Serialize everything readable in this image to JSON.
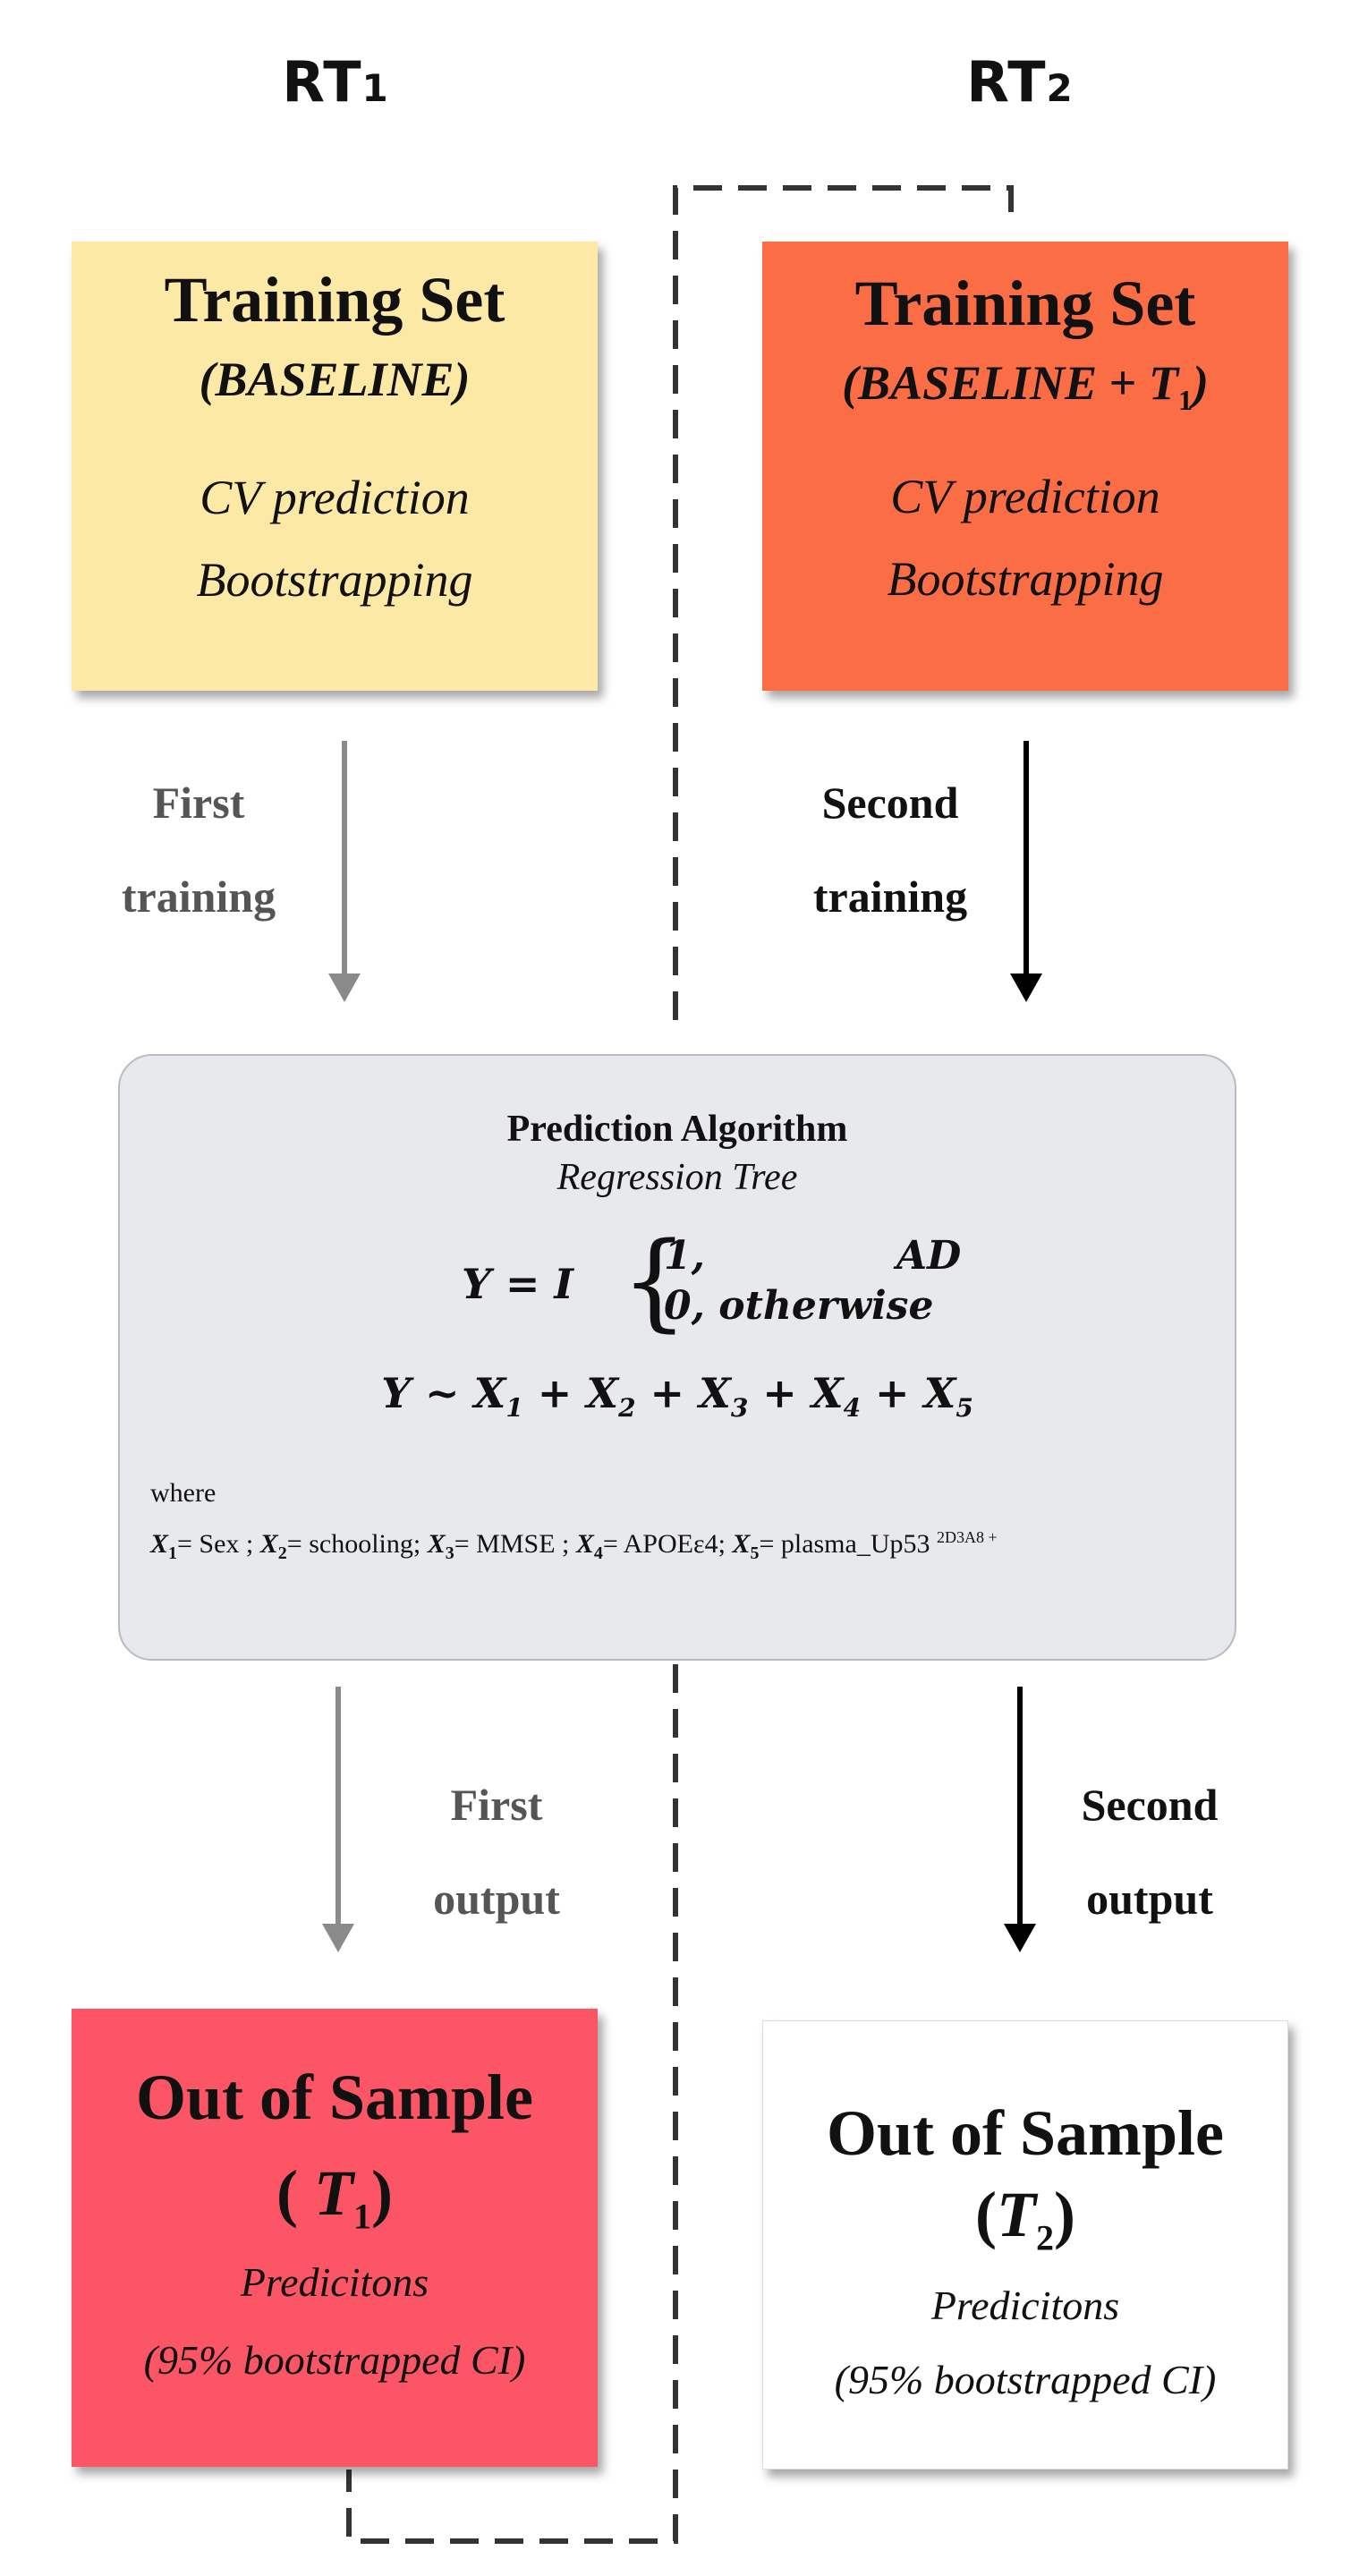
{
  "headers": {
    "left": "RT",
    "left_sub": "1",
    "right": "RT",
    "right_sub": "2"
  },
  "box_rt1_train": {
    "title": "Training Set",
    "subtitle": "BASELINE",
    "line1": "CV prediction",
    "line2": "Bootstrapping",
    "color": "#fde9a6"
  },
  "box_rt2_train": {
    "title": "Training Set",
    "subtitle": "BASELINE",
    "subtitle_plus": " + ",
    "subtitle_t": "T",
    "subtitle_t_sub": "1",
    "line1": "CV prediction",
    "line2": "Bootstrapping",
    "color": "#fb6d45"
  },
  "labels": {
    "first_training": [
      "First",
      "training"
    ],
    "second_training": [
      "Second",
      "training"
    ],
    "first_output": [
      "First",
      "output"
    ],
    "second_output": [
      "Second",
      "output"
    ]
  },
  "algorithm": {
    "title": "Prediction Algorithm",
    "subtitle": "Regression Tree",
    "eq1_lhs": "Y = I",
    "eq1_case1_val": "1,",
    "eq1_case1_cond": "AD",
    "eq1_case2": "0, otherwise",
    "eq2": "Y ~ X",
    "where": "where",
    "vars": [
      {
        "name": "X",
        "sub": "1",
        "text": "= Sex ;"
      },
      {
        "name": "X",
        "sub": "2",
        "text": "= schooling;"
      },
      {
        "name": "X",
        "sub": "3",
        "text": "= MMSE ;"
      },
      {
        "name": "X",
        "sub": "4",
        "text": "= APOEε4;"
      },
      {
        "name": "X",
        "sub": "5",
        "text": "= plasma_Up53"
      }
    ],
    "vars_sup": "2D3A8 +"
  },
  "box_rt1_out": {
    "title": "Out of Sample",
    "t": "T",
    "t_sub": "1",
    "line1": "Predicitons",
    "line2": "(95% bootstrapped CI)",
    "color": "#fb5566"
  },
  "box_rt2_out": {
    "title": "Out of Sample",
    "t": "T",
    "t_sub": "2",
    "line1": "Predicitons",
    "line2": "(95% bootstrapped CI)",
    "color": "#ffffff"
  }
}
